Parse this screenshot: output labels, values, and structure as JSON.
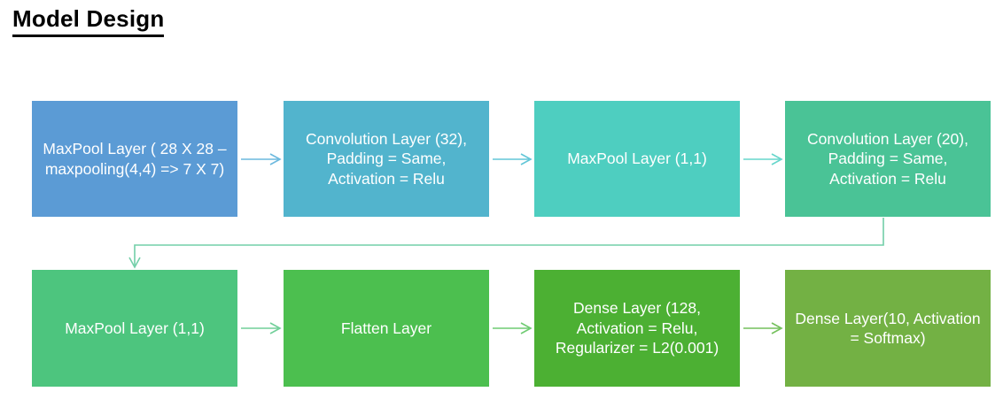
{
  "page": {
    "title": "Model Design",
    "background": "#ffffff"
  },
  "diagram": {
    "type": "flowchart",
    "orientation": "left-to-right, wrapping to second row",
    "nodes": [
      {
        "id": "node-1",
        "label": "MaxPool Layer ( 28 X 28 – maxpooling(4,4) => 7 X 7)",
        "color": "#5B9BD5",
        "row": 1,
        "index": 1
      },
      {
        "id": "node-2",
        "label": "Convolution Layer (32), Padding = Same, Activation = Relu",
        "color": "#52B4CD",
        "row": 1,
        "index": 2
      },
      {
        "id": "node-3",
        "label": "MaxPool Layer (1,1)",
        "color": "#4ECEC0",
        "row": 1,
        "index": 3
      },
      {
        "id": "node-4",
        "label": "Convolution Layer (20), Padding = Same, Activation = Relu",
        "color": "#4AC396",
        "row": 1,
        "index": 4
      },
      {
        "id": "node-5",
        "label": "MaxPool Layer (1,1)",
        "color": "#4DC57E",
        "row": 2,
        "index": 5
      },
      {
        "id": "node-6",
        "label": "Flatten Layer",
        "color": "#4CBF4F",
        "row": 2,
        "index": 6
      },
      {
        "id": "node-7",
        "label": "Dense Layer (128, Activation = Relu, Regularizer = L2(0.001)",
        "color": "#4CB033",
        "row": 2,
        "index": 7
      },
      {
        "id": "node-8",
        "label": "Dense Layer(10, Activation = Softmax)",
        "color": "#73B144",
        "row": 2,
        "index": 8
      }
    ],
    "edges": [
      {
        "id": "edge-1-2",
        "from": "node-1",
        "to": "node-2",
        "color": "#6CB9DE",
        "shape": "straight-right"
      },
      {
        "id": "edge-2-3",
        "from": "node-2",
        "to": "node-3",
        "color": "#62C6D7",
        "shape": "straight-right"
      },
      {
        "id": "edge-3-4",
        "from": "node-3",
        "to": "node-4",
        "color": "#66D6CB",
        "shape": "straight-right"
      },
      {
        "id": "edge-4-5",
        "from": "node-4",
        "to": "node-5",
        "color": "#72CFA8",
        "shape": "wrap-down-left-down"
      },
      {
        "id": "edge-5-6",
        "from": "node-5",
        "to": "node-6",
        "color": "#71CF99",
        "shape": "straight-right"
      },
      {
        "id": "edge-6-7",
        "from": "node-6",
        "to": "node-7",
        "color": "#6FCB72",
        "shape": "straight-right"
      },
      {
        "id": "edge-7-8",
        "from": "node-7",
        "to": "node-8",
        "color": "#74C05C",
        "shape": "straight-right"
      }
    ]
  }
}
